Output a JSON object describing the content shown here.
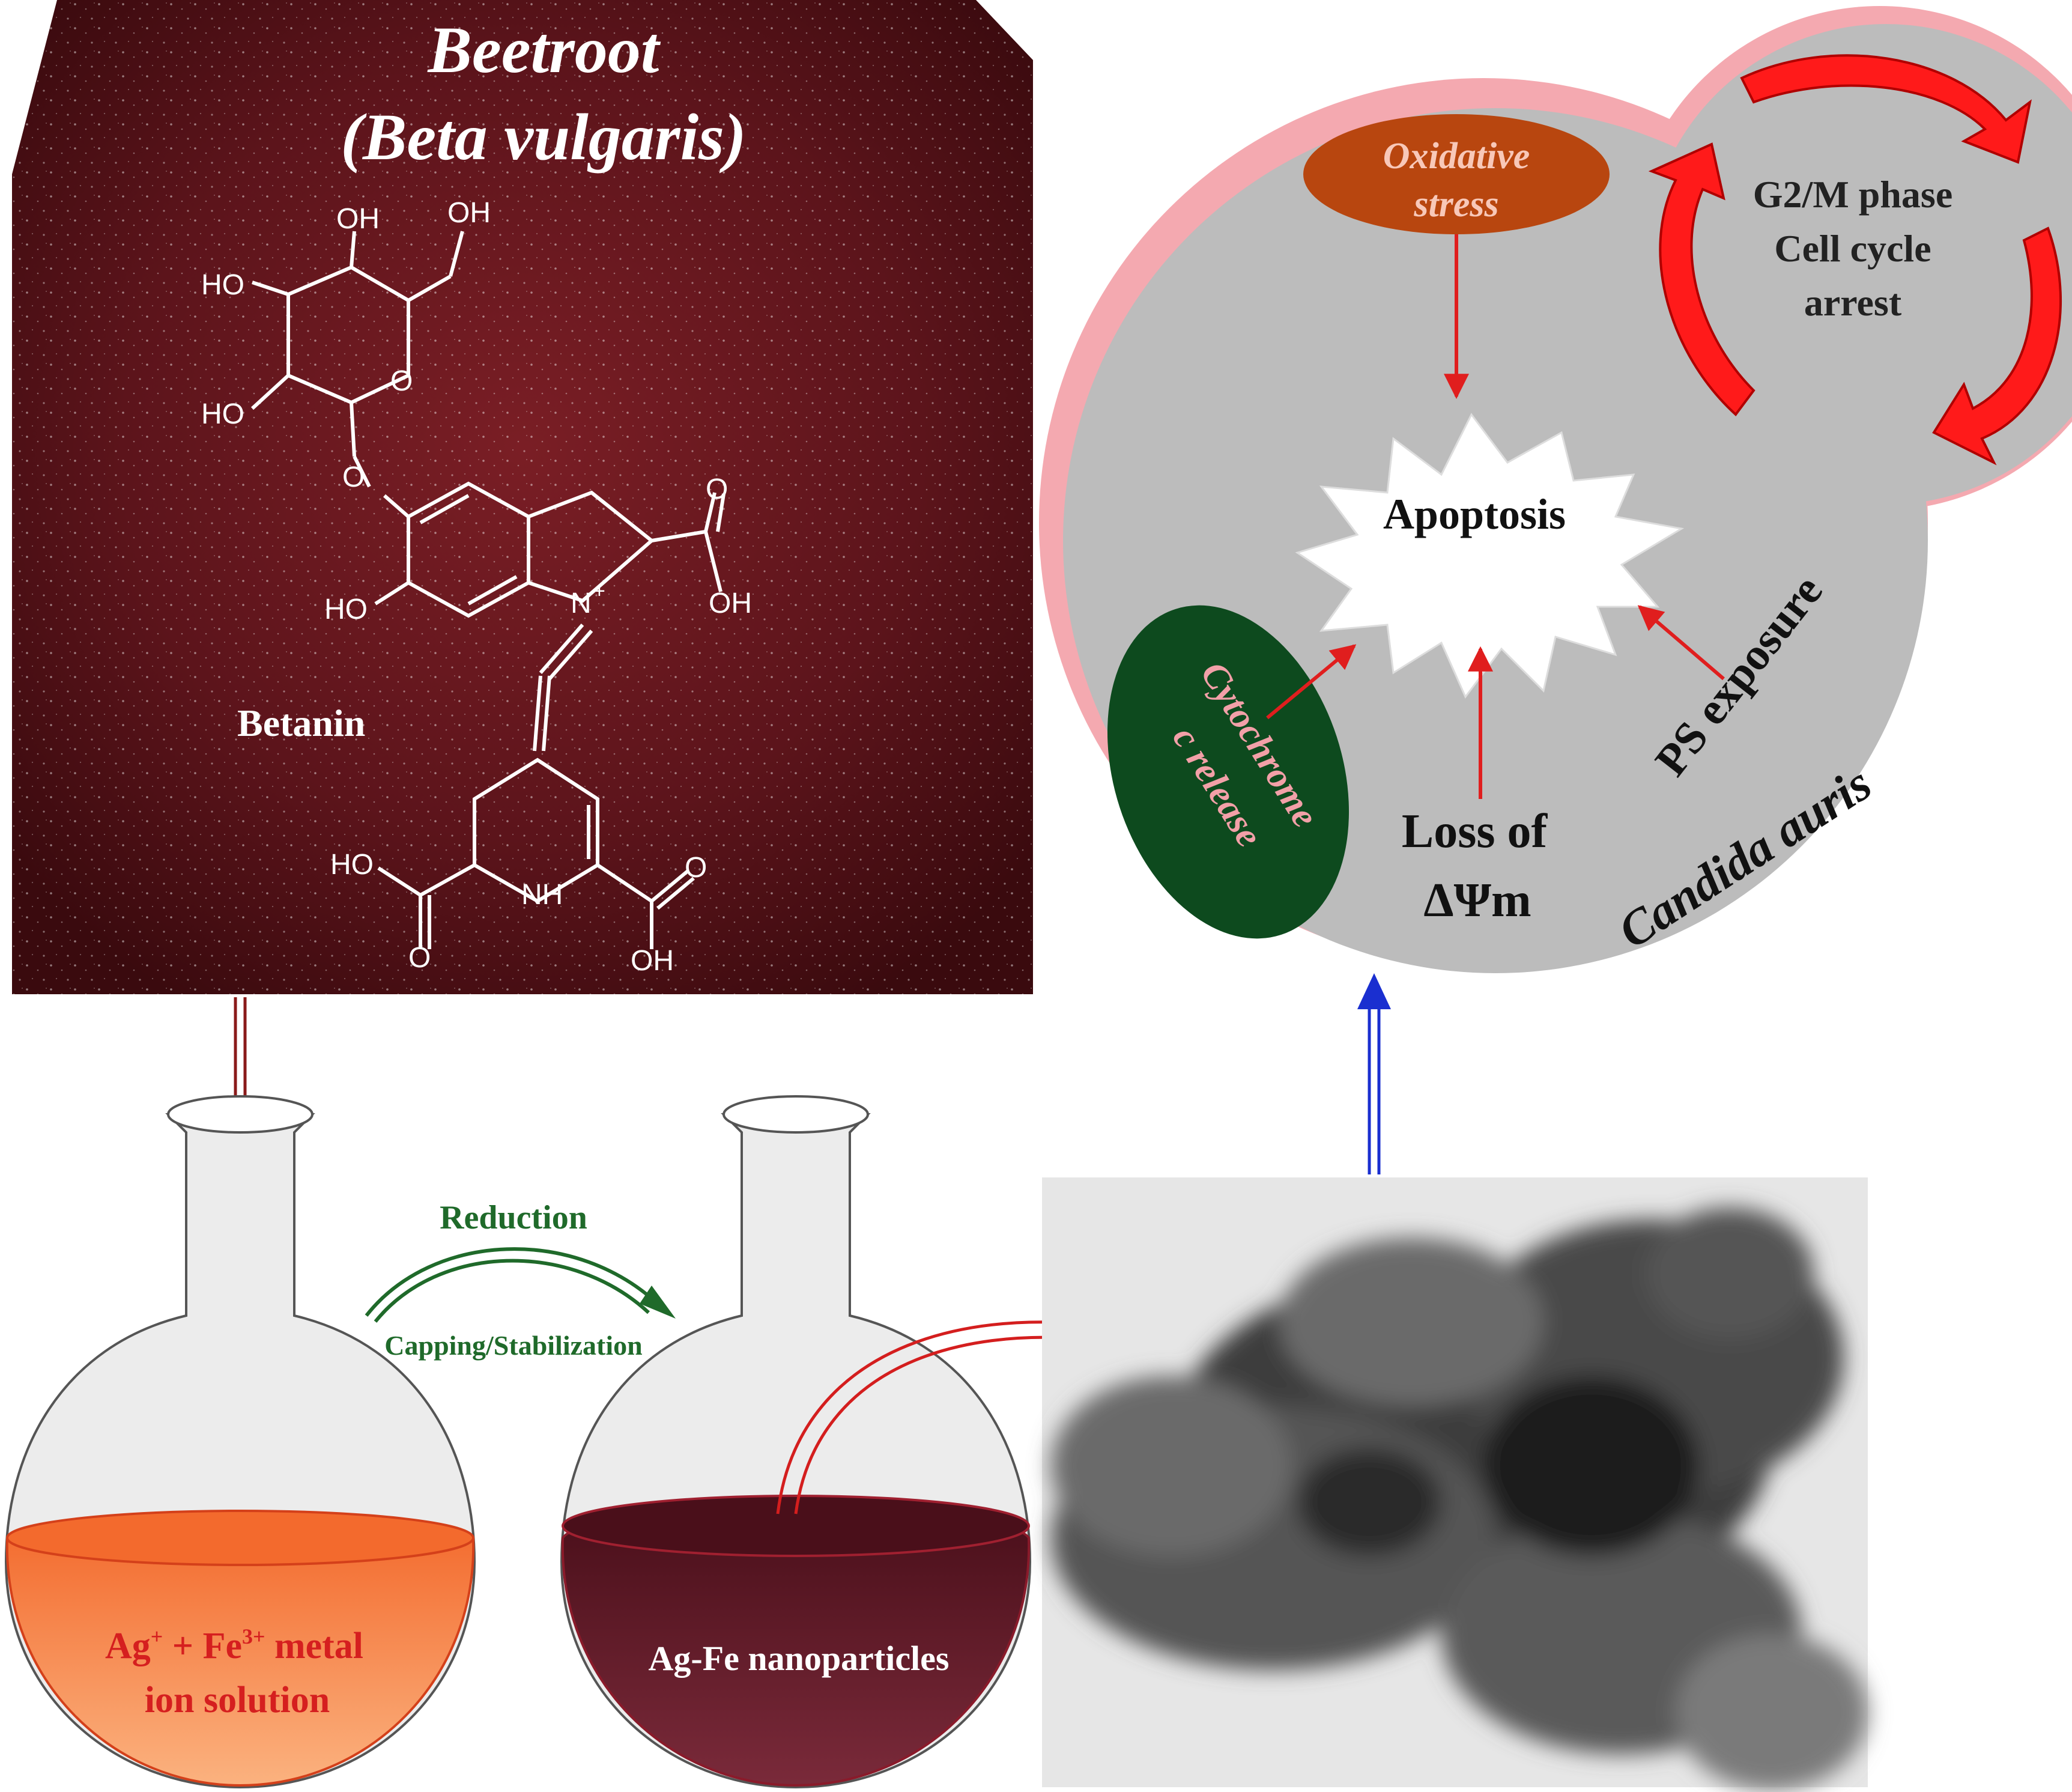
{
  "beetroot": {
    "title_line1": "Beetroot",
    "title_line2": "(Beta vulgaris)",
    "compound": "Betanin",
    "atoms": {
      "oh_top1": "OH",
      "oh_top2": "OH",
      "ho_left1": "HO",
      "ho_left2": "HO",
      "o_ring": "O",
      "o_link": "O",
      "o_carbonyl1": "O",
      "oh_acid1": "OH",
      "ho_phenol": "HO",
      "n_plus": "N",
      "plus": "+",
      "ho_acid2": "HO",
      "nh": "NH",
      "o_carbonyl2": "O",
      "o_carbonyl3": "O",
      "oh_acid3": "OH"
    }
  },
  "synthesis": {
    "reduction": "Reduction",
    "capping": "Capping/Stabilization",
    "flask1_line1": "Ag",
    "flask1_sup1": "+",
    "flask1_mid": " + Fe",
    "flask1_sup2": "3+",
    "flask1_end": " metal",
    "flask1_line2": "ion solution",
    "flask2_label": "Ag-Fe nanoparticles"
  },
  "cell": {
    "organism": "Candida auris",
    "center": "Apoptosis",
    "oxidative_line1": "Oxidative",
    "oxidative_line2": "stress",
    "cyto_line1": "Cytochrome",
    "cyto_line2": "c release",
    "loss_line1": "Loss of",
    "loss_line2": "ΔΨm",
    "ps": "PS exposure",
    "cycle_line1": "G2/M phase",
    "cycle_line2": "Cell cycle",
    "cycle_line3": "arrest"
  },
  "colors": {
    "beet_dark": "#4a0d12",
    "beet_mid": "#6e1a20",
    "cell_gray": "#bcbcbc",
    "cell_border": "#f4a9b0",
    "oxidative_fill": "#b8460f",
    "cyto_fill": "#0d4a1e",
    "arrow_red": "#e01e1e",
    "arrow_blue": "#1a2fd0",
    "reduction_green": "#1f6a2a",
    "solution_orange": "#f79a60",
    "nanoparticle_maroon": "#5a1420",
    "flask_glass": "#ececec"
  }
}
